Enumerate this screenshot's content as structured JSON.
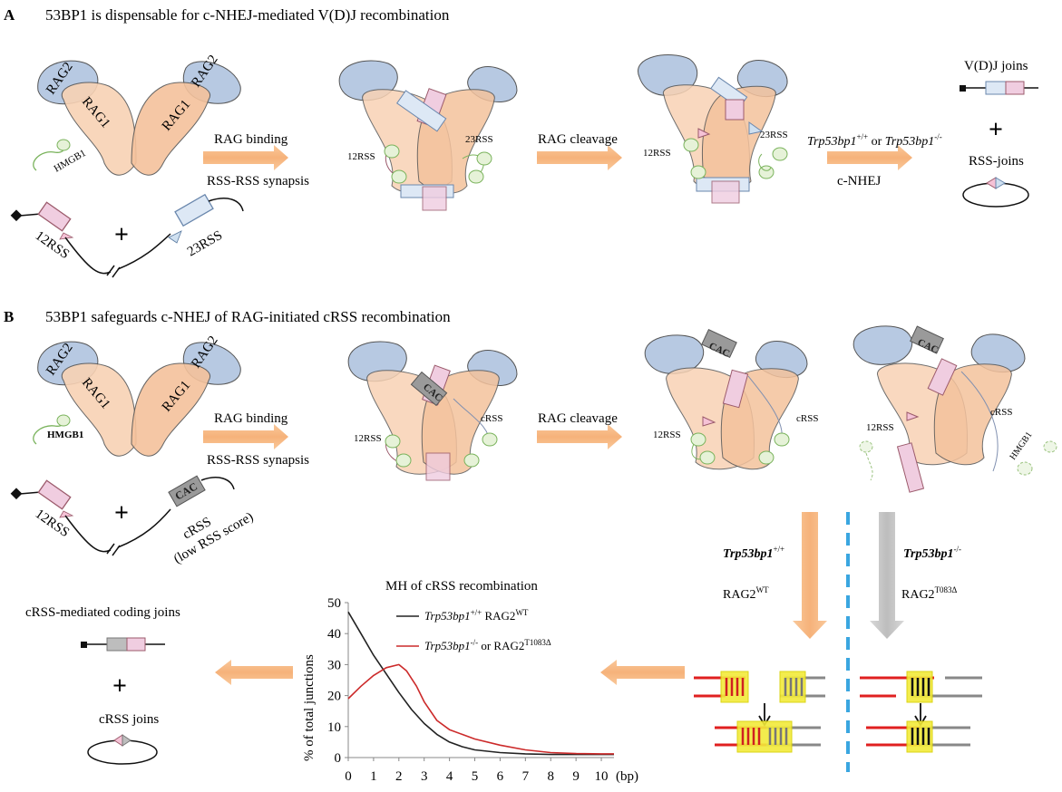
{
  "panelA": {
    "letter": "A",
    "title": "53BP1 is dispensable for c-NHEJ-mediated V(D)J recombination",
    "rag2": "RAG2",
    "rag1": "RAG1",
    "hmgb1": "HMGB1",
    "rss12": "12RSS",
    "rss23": "23RSS",
    "plus": "+",
    "step1_top": "RAG binding",
    "step1_bottom": "RSS-RSS synapsis",
    "step2": "RAG cleavage",
    "gene_wt": "Trp53bp1",
    "gene_wt_sup": "+/+",
    "or_word": " or ",
    "gene_ko": "Trp53bp1",
    "gene_ko_sup": "-/-",
    "cnhej": "c-NHEJ",
    "vdj_joins": "V(D)J joins",
    "rss_joins": "RSS-joins"
  },
  "panelB": {
    "letter": "B",
    "title": "53BP1 safeguards c-NHEJ of RAG-initiated cRSS recombination",
    "rag2": "RAG2",
    "rag1": "RAG1",
    "hmgb1": "HMGB1",
    "rss12": "12RSS",
    "cac": "CAC",
    "crss": "cRSS",
    "crss_note": "(low RSS score)",
    "plus": "+",
    "step1_top": "RAG binding",
    "step1_bottom": "RSS-RSS synapsis",
    "step2": "RAG cleavage",
    "left_gene": "Trp53bp1",
    "left_gene_sup": "+/+",
    "left_rag": "RAG2",
    "left_rag_sup": "WT",
    "right_gene": "Trp53bp1",
    "right_gene_sup": "-/-",
    "right_rag": "RAG2",
    "right_rag_sup": "T083Δ",
    "coding_joins": "cRSS-mediated coding joins",
    "crss_joins": "cRSS joins"
  },
  "chart_data": {
    "type": "line",
    "title": "MH of cRSS recombination",
    "xlabel": "(bp)",
    "ylabel": "% of total junctions",
    "xlim": [
      0,
      10.5
    ],
    "ylim": [
      0,
      50
    ],
    "xticks": [
      0,
      1,
      2,
      3,
      4,
      5,
      6,
      7,
      8,
      9,
      10
    ],
    "yticks": [
      0,
      10,
      20,
      30,
      40,
      50
    ],
    "series": [
      {
        "name": "Trp53bp1+/+ RAG2WT",
        "label_gene": "Trp53bp1",
        "label_gene_sup": "+/+",
        "label_rest": " RAG2",
        "label_rest_sup": "WT",
        "color": "#222222",
        "x": [
          0,
          0.5,
          1,
          1.5,
          2,
          2.5,
          3,
          3.5,
          4,
          4.5,
          5,
          6,
          7,
          8,
          9,
          10,
          10.5
        ],
        "y": [
          47,
          40,
          33,
          27,
          21,
          15.5,
          11,
          7.5,
          5,
          3.5,
          2.5,
          1.6,
          1.2,
          1.0,
          1.0,
          1.0,
          1.0
        ]
      },
      {
        "name": "Trp53bp1-/- or RAG2T1083Δ",
        "label_gene": "Trp53bp1",
        "label_gene_sup": "-/-",
        "label_rest": " or RAG2",
        "label_rest_sup": "T1083Δ",
        "color": "#cc2a2a",
        "x": [
          0,
          0.5,
          1,
          1.5,
          2,
          2.3,
          2.7,
          3,
          3.5,
          4,
          4.5,
          5,
          6,
          7,
          8,
          9,
          10,
          10.5
        ],
        "y": [
          19,
          23,
          26.5,
          29,
          30,
          28,
          23,
          18,
          12,
          9,
          7.5,
          6,
          4,
          2.5,
          1.6,
          1.3,
          1.2,
          1.2
        ]
      }
    ]
  }
}
